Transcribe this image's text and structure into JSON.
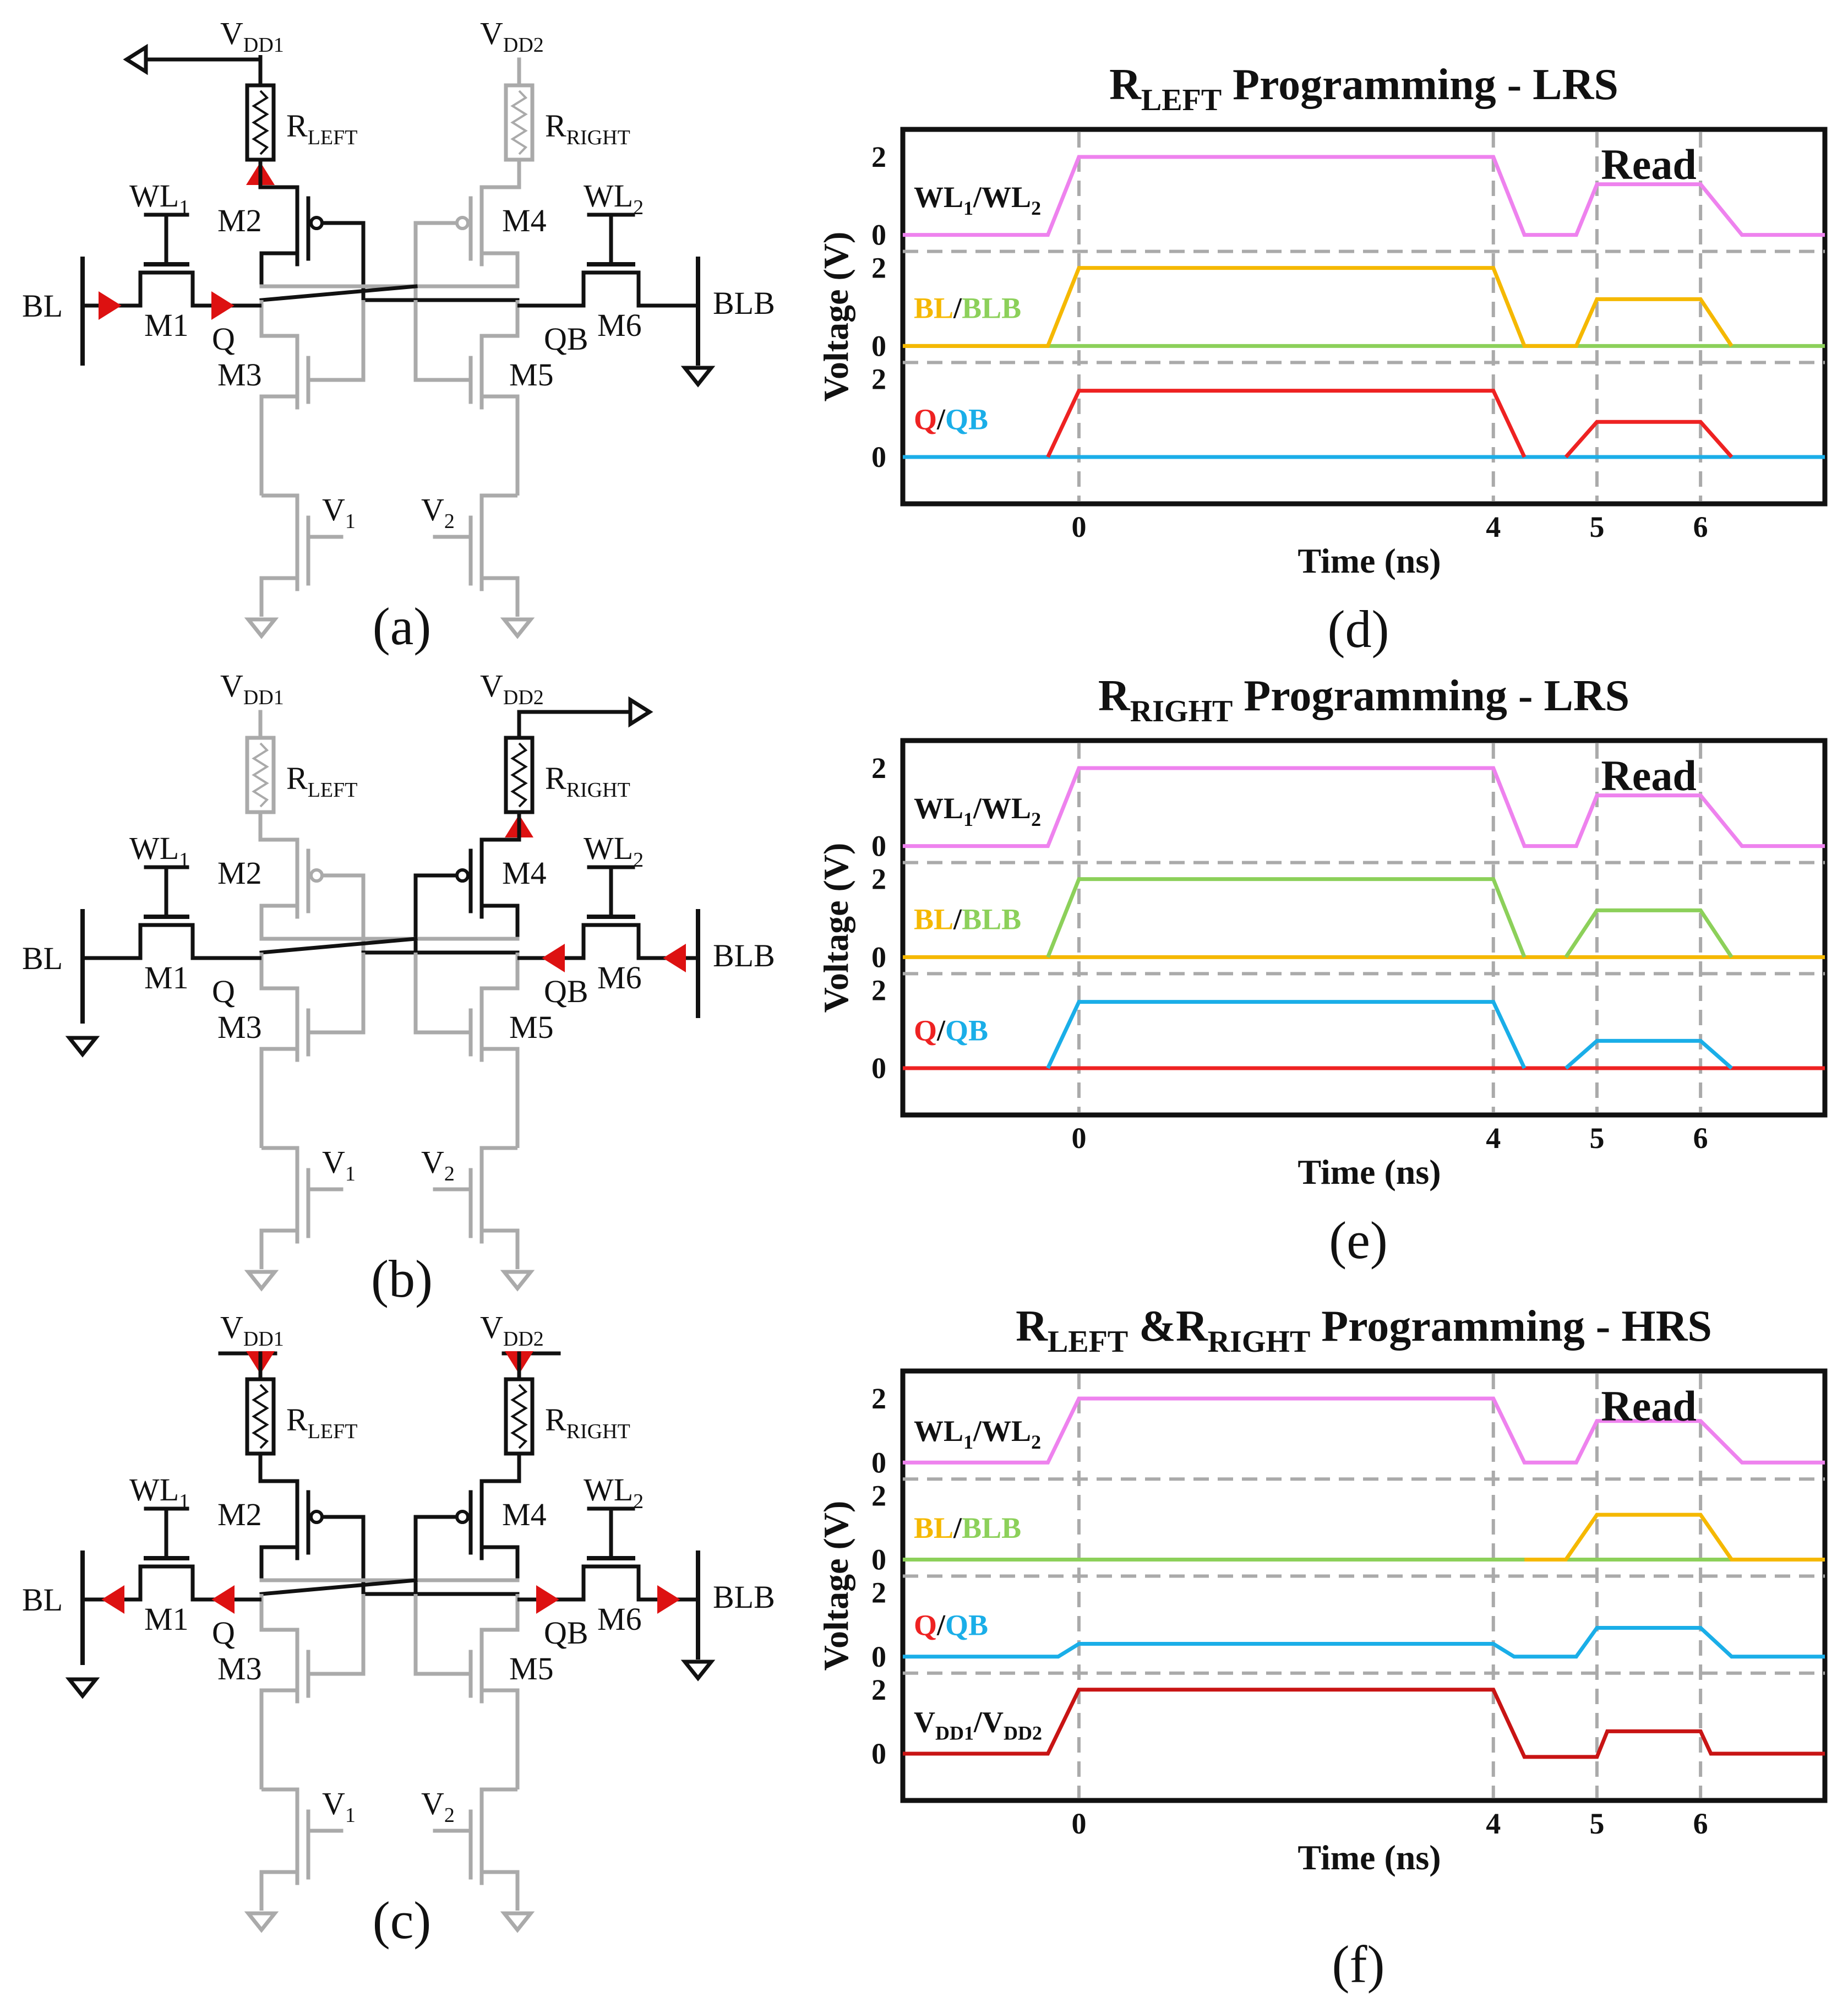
{
  "circuits": [
    {
      "caption": "(a)",
      "labels": {
        "vdd1": "V",
        "vdd1_sub": "DD1",
        "vdd2": "V",
        "vdd2_sub": "DD2",
        "rleft": "R",
        "rleft_sub": "LEFT",
        "rright": "R",
        "rright_sub": "RIGHT",
        "wl1": "WL",
        "wl1_sub": "1",
        "wl2": "WL",
        "wl2_sub": "2",
        "m1": "M1",
        "m2": "M2",
        "m3": "M3",
        "m4": "M4",
        "m5": "M5",
        "m6": "M6",
        "bl": "BL",
        "blb": "BLB",
        "q": "Q",
        "qb": "QB",
        "v1": "V",
        "v1_sub": "1",
        "v2": "V",
        "v2_sub": "2"
      }
    },
    {
      "caption": "(b)",
      "labels": {
        "vdd1": "V",
        "vdd1_sub": "DD1",
        "vdd2": "V",
        "vdd2_sub": "DD2",
        "rleft": "R",
        "rleft_sub": "LEFT",
        "rright": "R",
        "rright_sub": "RIGHT",
        "wl1": "WL",
        "wl1_sub": "1",
        "wl2": "WL",
        "wl2_sub": "2",
        "m1": "M1",
        "m2": "M2",
        "m3": "M3",
        "m4": "M4",
        "m5": "M5",
        "m6": "M6",
        "bl": "BL",
        "blb": "BLB",
        "q": "Q",
        "qb": "QB",
        "v1": "V",
        "v1_sub": "1",
        "v2": "V",
        "v2_sub": "2"
      }
    },
    {
      "caption": "(c)",
      "labels": {
        "vdd1": "V",
        "vdd1_sub": "DD1",
        "vdd2": "V",
        "vdd2_sub": "DD2",
        "rleft": "R",
        "rleft_sub": "LEFT",
        "rright": "R",
        "rright_sub": "RIGHT",
        "wl1": "WL",
        "wl1_sub": "1",
        "wl2": "WL",
        "wl2_sub": "2",
        "m1": "M1",
        "m2": "M2",
        "m3": "M3",
        "m4": "M4",
        "m5": "M5",
        "m6": "M6",
        "bl": "BL",
        "blb": "BLB",
        "q": "Q",
        "qb": "QB",
        "v1": "V",
        "v1_sub": "1",
        "v2": "V",
        "v2_sub": "2"
      }
    }
  ],
  "colors": {
    "wl": "#ee82ee",
    "bl": "#f5b800",
    "blb": "#8cd05a",
    "q": "#ee2222",
    "qb": "#1aaee8",
    "vdd": "#c81414",
    "active": "#111111",
    "inactive": "#aaaaaa",
    "current_arrow": "#dd1111",
    "grid": "#aaaaaa"
  },
  "chart_data": [
    {
      "type": "line",
      "caption": "(d)",
      "title_parts": [
        "R",
        "LEFT",
        " Programming - LRS"
      ],
      "xlabel": "Time (ns)",
      "ylabel": "Voltage (V)",
      "xticks": [
        "0",
        "4",
        "5",
        "6"
      ],
      "annotation": "Read",
      "xlim": [
        -1.7,
        7.2
      ],
      "panels": [
        {
          "label_parts": [
            [
              "WL",
              "#111111"
            ],
            [
              "1",
              "#111111",
              "sub"
            ],
            [
              "/WL",
              "#111111"
            ],
            [
              "2",
              "#111111",
              "sub"
            ]
          ],
          "ticks": [
            "2",
            "0"
          ],
          "series": [
            {
              "color_key": "wl",
              "x": [
                -1.7,
                -0.3,
                0,
                4,
                4.3,
                4.8,
                5,
                6,
                6.4,
                7.2
              ],
              "y": [
                0,
                0,
                2,
                2,
                0,
                0,
                1.3,
                1.3,
                0,
                0
              ]
            }
          ]
        },
        {
          "label_parts": [
            [
              "BL",
              "#f5b800"
            ],
            [
              "/",
              "#111111"
            ],
            [
              "BLB",
              "#8cd05a"
            ]
          ],
          "ticks": [
            "2",
            "0"
          ],
          "series": [
            {
              "color_key": "blb",
              "x": [
                -1.7,
                7.2
              ],
              "y": [
                0,
                0
              ]
            },
            {
              "color_key": "bl",
              "x": [
                -1.7,
                -0.3,
                0,
                4,
                4.3,
                4.8,
                5,
                6,
                6.3
              ],
              "y": [
                0,
                0,
                2,
                2,
                0,
                0,
                1.2,
                1.2,
                0
              ]
            }
          ]
        },
        {
          "label_parts": [
            [
              "Q",
              "#ee2222"
            ],
            [
              "/",
              "#111111"
            ],
            [
              "QB",
              "#1aaee8"
            ]
          ],
          "ticks": [
            "2",
            "0"
          ],
          "series": [
            {
              "color_key": "qb",
              "x": [
                -1.7,
                7.2
              ],
              "y": [
                0,
                0
              ]
            },
            {
              "color_key": "q",
              "x": [
                -0.3,
                0,
                4,
                4.3
              ],
              "y": [
                0,
                1.7,
                1.7,
                0
              ]
            },
            {
              "color_key": "q",
              "x": [
                4.7,
                5,
                6,
                6.3
              ],
              "y": [
                0,
                0.9,
                0.9,
                0
              ]
            }
          ]
        }
      ]
    },
    {
      "type": "line",
      "caption": "(e)",
      "title_parts": [
        "R",
        "RIGHT",
        " Programming - LRS"
      ],
      "xlabel": "Time (ns)",
      "ylabel": "Voltage (V)",
      "xticks": [
        "0",
        "4",
        "5",
        "6"
      ],
      "annotation": "Read",
      "xlim": [
        -1.7,
        7.2
      ],
      "panels": [
        {
          "label_parts": [
            [
              "WL",
              "#111111"
            ],
            [
              "1",
              "#111111",
              "sub"
            ],
            [
              "/WL",
              "#111111"
            ],
            [
              "2",
              "#111111",
              "sub"
            ]
          ],
          "ticks": [
            "2",
            "0"
          ],
          "series": [
            {
              "color_key": "wl",
              "x": [
                -1.7,
                -0.3,
                0,
                4,
                4.3,
                4.8,
                5,
                6,
                6.4,
                7.2
              ],
              "y": [
                0,
                0,
                2,
                2,
                0,
                0,
                1.3,
                1.3,
                0,
                0
              ]
            }
          ]
        },
        {
          "label_parts": [
            [
              "BL",
              "#f5b800"
            ],
            [
              "/",
              "#111111"
            ],
            [
              "BLB",
              "#8cd05a"
            ]
          ],
          "ticks": [
            "2",
            "0"
          ],
          "series": [
            {
              "color_key": "bl",
              "x": [
                -1.7,
                7.2
              ],
              "y": [
                0,
                0
              ]
            },
            {
              "color_key": "blb",
              "x": [
                -0.3,
                0,
                4,
                4.3
              ],
              "y": [
                0,
                2,
                2,
                0
              ]
            },
            {
              "color_key": "blb",
              "x": [
                4.7,
                5,
                6,
                6.3
              ],
              "y": [
                0,
                1.2,
                1.2,
                0
              ]
            }
          ]
        },
        {
          "label_parts": [
            [
              "Q",
              "#ee2222"
            ],
            [
              "/",
              "#111111"
            ],
            [
              "QB",
              "#1aaee8"
            ]
          ],
          "ticks": [
            "2",
            "0"
          ],
          "series": [
            {
              "color_key": "q",
              "x": [
                -1.7,
                7.2
              ],
              "y": [
                0,
                0
              ]
            },
            {
              "color_key": "qb",
              "x": [
                -0.3,
                0,
                4,
                4.3
              ],
              "y": [
                0,
                1.7,
                1.7,
                0
              ]
            },
            {
              "color_key": "qb",
              "x": [
                4.7,
                5,
                6,
                6.3
              ],
              "y": [
                0,
                0.7,
                0.7,
                0
              ]
            }
          ]
        }
      ]
    },
    {
      "type": "line",
      "caption": "(f)",
      "title_parts": [
        "R",
        "LEFT",
        " &R",
        "RIGHT",
        " Programming - HRS"
      ],
      "xlabel": "Time (ns)",
      "ylabel": "Voltage (V)",
      "xticks": [
        "0",
        "4",
        "5",
        "6"
      ],
      "annotation": "Read",
      "xlim": [
        -1.7,
        7.2
      ],
      "panels": [
        {
          "label_parts": [
            [
              "WL",
              "#111111"
            ],
            [
              "1",
              "#111111",
              "sub"
            ],
            [
              "/WL",
              "#111111"
            ],
            [
              "2",
              "#111111",
              "sub"
            ]
          ],
          "ticks": [
            "2",
            "0"
          ],
          "series": [
            {
              "color_key": "wl",
              "x": [
                -1.7,
                -0.3,
                0,
                4,
                4.3,
                4.8,
                5,
                6,
                6.4,
                7.2
              ],
              "y": [
                0,
                0,
                2,
                2,
                0,
                0,
                1.3,
                1.3,
                0,
                0
              ]
            }
          ]
        },
        {
          "label_parts": [
            [
              "BL",
              "#f5b800"
            ],
            [
              "/",
              "#111111"
            ],
            [
              "BLB",
              "#8cd05a"
            ]
          ],
          "ticks": [
            "2",
            "0"
          ],
          "series": [
            {
              "color_key": "blb",
              "x": [
                -1.7,
                7.2
              ],
              "y": [
                0,
                0
              ]
            },
            {
              "color_key": "bl",
              "x": [
                4.3,
                4.7,
                5,
                6,
                6.3,
                7.2
              ],
              "y": [
                0,
                0,
                1.4,
                1.4,
                0,
                0
              ]
            }
          ]
        },
        {
          "label_parts": [
            [
              "Q",
              "#ee2222"
            ],
            [
              "/",
              "#111111"
            ],
            [
              "QB",
              "#1aaee8"
            ]
          ],
          "ticks": [
            "2",
            "0"
          ],
          "series": [
            {
              "color_key": "qb",
              "x": [
                -1.7,
                -0.2,
                0,
                4,
                4.2,
                4.8,
                5,
                6,
                6.3,
                7.2
              ],
              "y": [
                0,
                0,
                0.4,
                0.4,
                0,
                0,
                0.9,
                0.9,
                0,
                0
              ]
            }
          ]
        },
        {
          "label_parts": [
            [
              "V",
              "#111111"
            ],
            [
              "DD1",
              "#111111",
              "sub"
            ],
            [
              "/V",
              "#111111"
            ],
            [
              "DD2",
              "#111111",
              "sub"
            ]
          ],
          "ticks": [
            "2",
            "0"
          ],
          "series": [
            {
              "color_key": "vdd",
              "x": [
                -1.7,
                -0.3,
                0,
                4,
                4.3,
                5,
                5.1,
                6,
                6.1,
                7.2
              ],
              "y": [
                0,
                0,
                2,
                2,
                -0.1,
                -0.1,
                0.7,
                0.7,
                0,
                0
              ]
            }
          ]
        }
      ]
    }
  ]
}
